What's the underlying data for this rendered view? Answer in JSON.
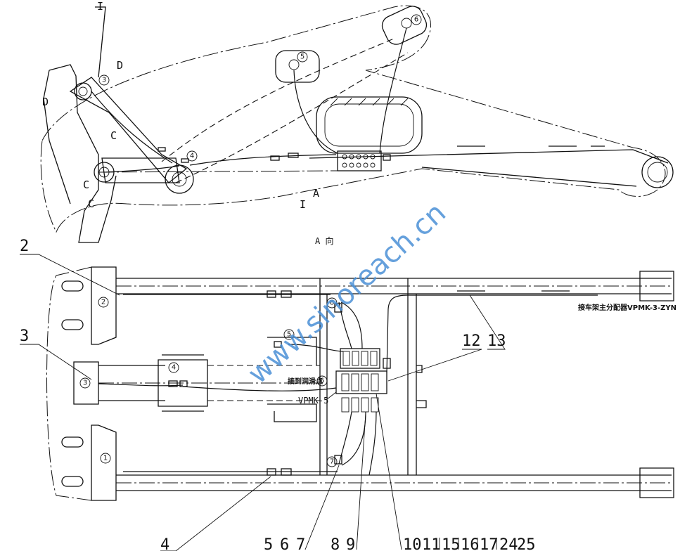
{
  "watermark": "www.sinoreach.cn",
  "side_view": {
    "section_marks": [
      "I",
      "D",
      "D",
      "C",
      "C",
      "C",
      "A",
      "I"
    ],
    "circled": [
      "3",
      "4",
      "5",
      "6"
    ]
  },
  "view_title": "A 向",
  "plan_view": {
    "circled": [
      "1",
      "2",
      "3",
      "4",
      "5",
      "6",
      "7",
      "8"
    ],
    "note_connect_point": "接到润滑点",
    "note_main_distributor": "接车架主分配器VPMK-3-ZYN",
    "distributor_label": "VPMK-5"
  },
  "callouts": {
    "left": [
      "2",
      "3"
    ],
    "right": [
      "12",
      "13"
    ],
    "bottom_left": "4",
    "bottom": [
      "5",
      "6",
      "7",
      "8",
      "9",
      "10",
      "11",
      "15",
      "16",
      "17",
      "24",
      "25"
    ]
  }
}
